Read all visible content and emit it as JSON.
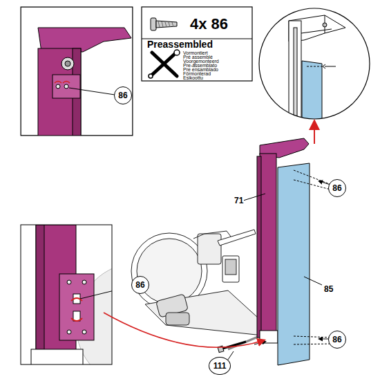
{
  "diagram": {
    "nodes": [
      {
        "text": [
          "4x 86",
          "Preassembled",
          "Vormontiert",
          "Pré assemblé",
          "Voorgemonteerd",
          "Pre-assemblato",
          "Pre ensamblado",
          "Förmonterad",
          "Esikoottu"
        ]
      },
      {
        "text": [
          "86"
        ]
      },
      {
        "text": [
          "86"
        ]
      },
      {
        "text": [
          "86"
        ]
      },
      {
        "text": [
          "86"
        ]
      },
      {
        "text": [
          "111"
        ]
      }
    ],
    "labels": [
      "71",
      "85"
    ]
  }
}
